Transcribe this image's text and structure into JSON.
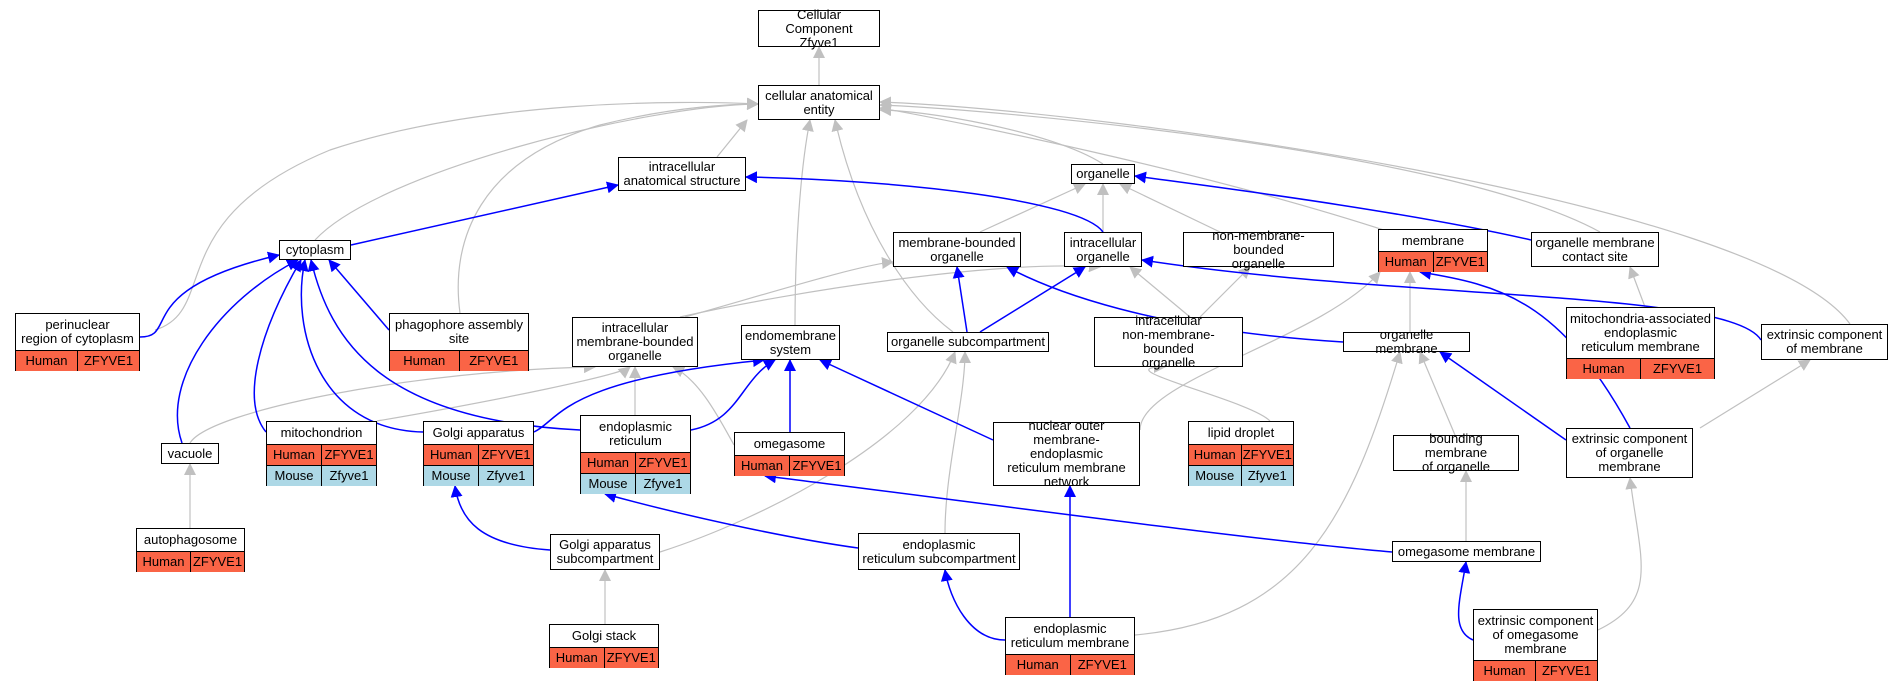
{
  "colors": {
    "is_a_edge": "#c0c0c0",
    "part_of_edge": "#0000ff",
    "human_fill": "#fa6446",
    "mouse_fill": "#add8e6"
  },
  "nodes": {
    "root": {
      "label": "Cellular Component\nZfyve1"
    },
    "cae": {
      "label": "cellular anatomical\nentity"
    },
    "ias": {
      "label": "intracellular\nanatomical structure"
    },
    "organelle": {
      "label": "organelle"
    },
    "cytoplasm": {
      "label": "cytoplasm"
    },
    "mbo": {
      "label": "membrane-bounded\norganelle"
    },
    "io": {
      "label": "intracellular\norganelle"
    },
    "nmbo": {
      "label": "non-membrane-bounded\norganelle"
    },
    "membrane": {
      "label": "membrane",
      "annotations": [
        {
          "species": "Human",
          "gene": "ZFYVE1"
        }
      ]
    },
    "omcs": {
      "label": "organelle membrane\ncontact site"
    },
    "perinuclear": {
      "label": "perinuclear\nregion of cytoplasm",
      "annotations": [
        {
          "species": "Human",
          "gene": "ZFYVE1"
        }
      ]
    },
    "pas": {
      "label": "phagophore assembly\nsite",
      "annotations": [
        {
          "species": "Human",
          "gene": "ZFYVE1"
        }
      ]
    },
    "imbo": {
      "label": "intracellular\nmembrane-bounded\norganelle"
    },
    "endomembrane": {
      "label": "endomembrane\nsystem"
    },
    "osub": {
      "label": "organelle subcompartment"
    },
    "inmbo": {
      "label": "intracellular\nnon-membrane-bounded\norganelle"
    },
    "omem": {
      "label": "organelle membrane"
    },
    "mam": {
      "label": "mitochondria-associated\nendoplasmic\nreticulum membrane",
      "annotations": [
        {
          "species": "Human",
          "gene": "ZFYVE1"
        }
      ]
    },
    "ecm": {
      "label": "extrinsic component\nof membrane"
    },
    "vacuole": {
      "label": "vacuole"
    },
    "mito": {
      "label": "mitochondrion",
      "annotations": [
        {
          "species": "Human",
          "gene": "ZFYVE1"
        },
        {
          "species": "Mouse",
          "gene": "Zfyve1"
        }
      ]
    },
    "golgi": {
      "label": "Golgi apparatus",
      "annotations": [
        {
          "species": "Human",
          "gene": "ZFYVE1"
        },
        {
          "species": "Mouse",
          "gene": "Zfyve1"
        }
      ]
    },
    "er": {
      "label": "endoplasmic\nreticulum",
      "annotations": [
        {
          "species": "Human",
          "gene": "ZFYVE1"
        },
        {
          "species": "Mouse",
          "gene": "Zfyve1"
        }
      ]
    },
    "omegasome": {
      "label": "omegasome",
      "annotations": [
        {
          "species": "Human",
          "gene": "ZFYVE1"
        }
      ]
    },
    "nuclear": {
      "label": "nuclear outer\nmembrane-endoplasmic\nreticulum membrane\nnetwork"
    },
    "lipid": {
      "label": "lipid droplet",
      "annotations": [
        {
          "species": "Human",
          "gene": "ZFYVE1"
        },
        {
          "species": "Mouse",
          "gene": "Zfyve1"
        }
      ]
    },
    "bmo": {
      "label": "bounding membrane\nof organelle"
    },
    "ecom": {
      "label": "extrinsic component\nof organelle\nmembrane"
    },
    "autophagosome": {
      "label": "autophagosome",
      "annotations": [
        {
          "species": "Human",
          "gene": "ZFYVE1"
        }
      ]
    },
    "golgisub": {
      "label": "Golgi apparatus\nsubcompartment"
    },
    "ersub": {
      "label": "endoplasmic\nreticulum subcompartment"
    },
    "omegamem": {
      "label": "omegasome membrane"
    },
    "golgistack": {
      "label": "Golgi stack",
      "annotations": [
        {
          "species": "Human",
          "gene": "ZFYVE1"
        }
      ]
    },
    "ermem": {
      "label": "endoplasmic\nreticulum membrane",
      "annotations": [
        {
          "species": "Human",
          "gene": "ZFYVE1"
        }
      ]
    },
    "ecomega": {
      "label": "extrinsic component\nof omegasome\nmembrane",
      "annotations": [
        {
          "species": "Human",
          "gene": "ZFYVE1"
        }
      ]
    }
  }
}
